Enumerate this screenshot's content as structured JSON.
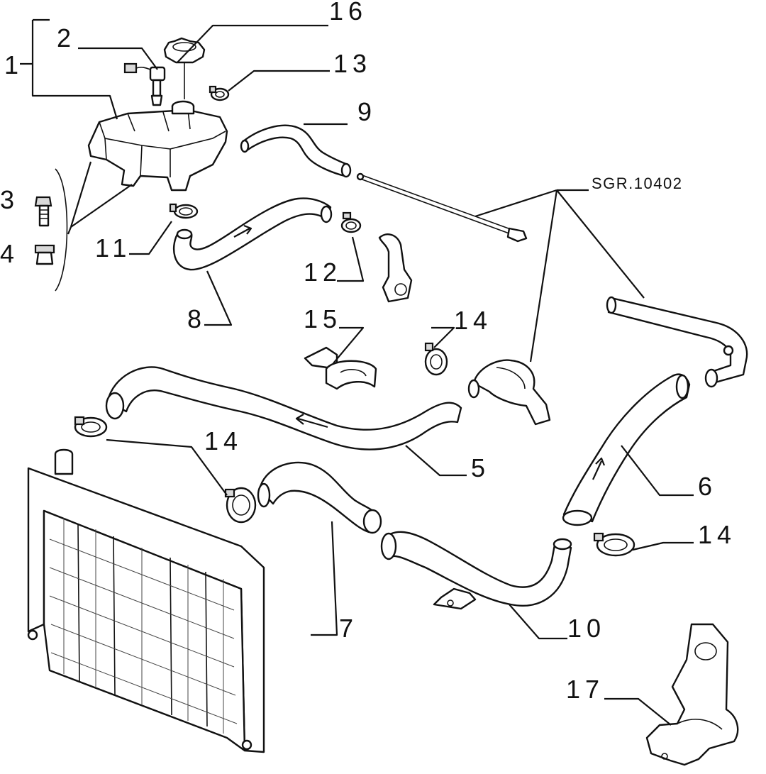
{
  "diagram": {
    "reference_code": "SGR.10402",
    "callouts": [
      {
        "id": "c1",
        "label": "1"
      },
      {
        "id": "c2",
        "label": "2"
      },
      {
        "id": "c3",
        "label": "3"
      },
      {
        "id": "c4",
        "label": "4"
      },
      {
        "id": "c5",
        "label": "5"
      },
      {
        "id": "c6",
        "label": "6"
      },
      {
        "id": "c7",
        "label": "7"
      },
      {
        "id": "c8",
        "label": "8"
      },
      {
        "id": "c9",
        "label": "9"
      },
      {
        "id": "c10",
        "label": "10"
      },
      {
        "id": "c11",
        "label": "11"
      },
      {
        "id": "c12",
        "label": "12"
      },
      {
        "id": "c13",
        "label": "13"
      },
      {
        "id": "c14a",
        "label": "14"
      },
      {
        "id": "c14b",
        "label": "14"
      },
      {
        "id": "c14c",
        "label": "14"
      },
      {
        "id": "c15",
        "label": "15"
      },
      {
        "id": "c16",
        "label": "16"
      },
      {
        "id": "c17",
        "label": "17"
      }
    ]
  }
}
